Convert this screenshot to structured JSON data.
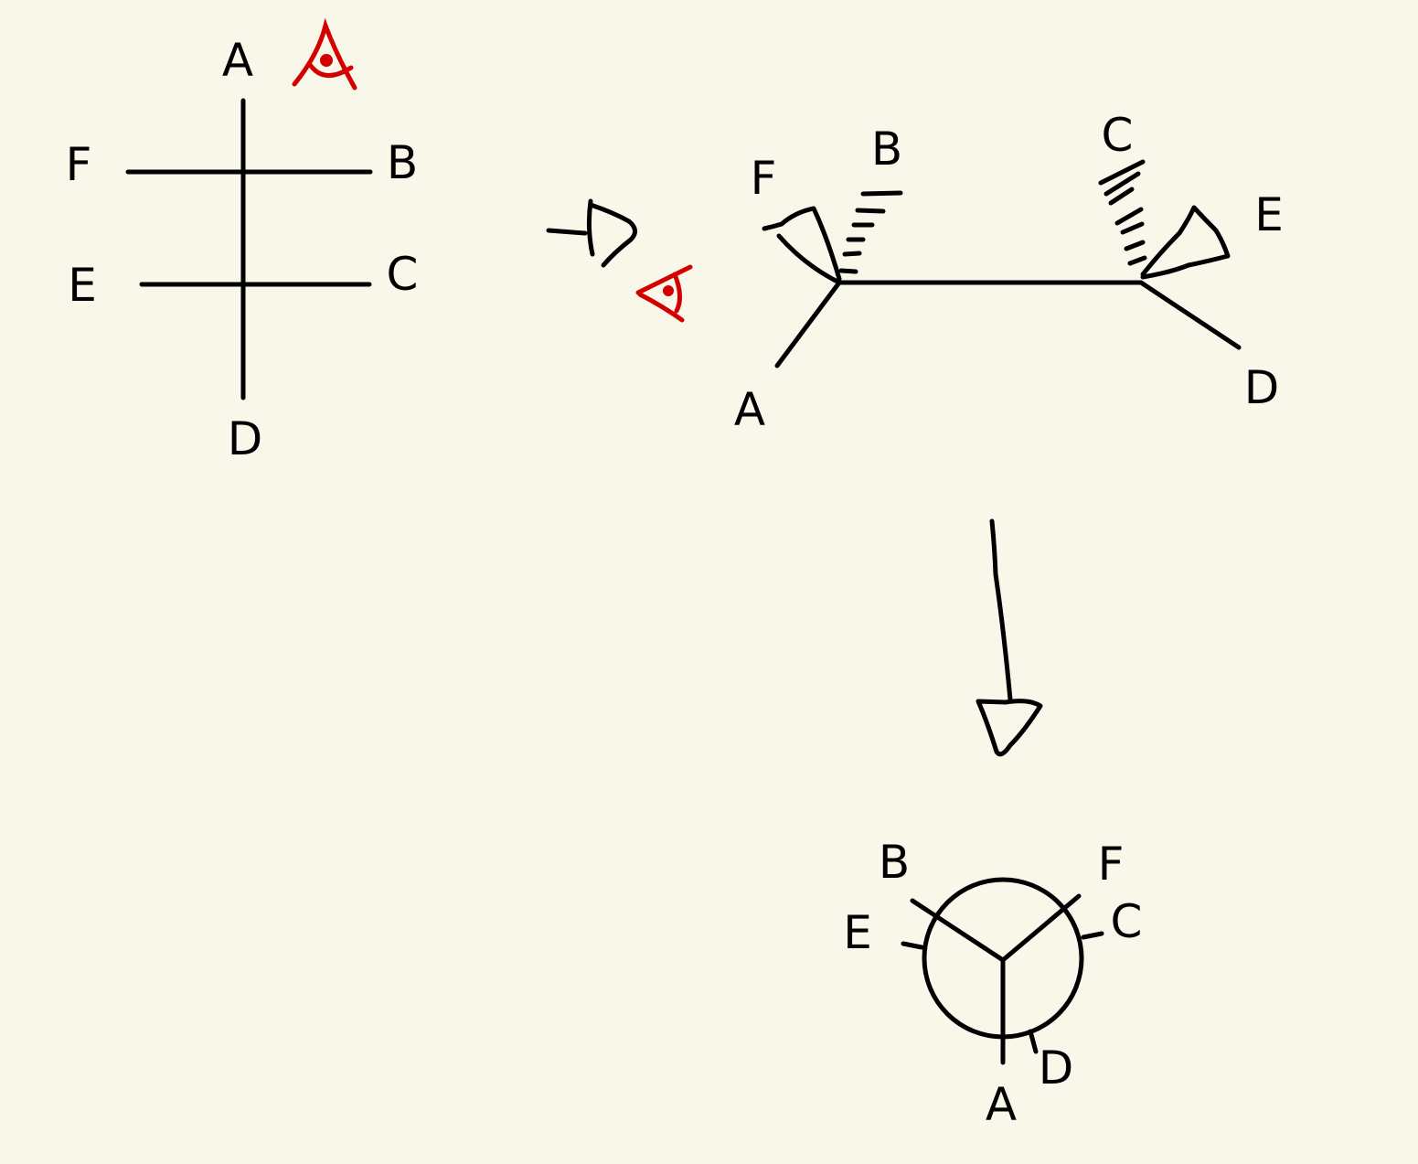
{
  "title": "Fischer projection to sawhorse to Newman projection",
  "colors": {
    "background": "#f9f7ea",
    "ink": "#000000",
    "eye": "#d40000"
  },
  "fischer": {
    "top": "A",
    "upper_left": "F",
    "upper_right": "B",
    "lower_left": "E",
    "lower_right": "C",
    "bottom": "D"
  },
  "sawhorse": {
    "front_wedge": "F",
    "front_hash": "B",
    "front_down": "A",
    "back_hash": "C",
    "back_wedge": "E",
    "back_down": "D"
  },
  "newman": {
    "front_upper_left": "B",
    "front_upper_right": "F",
    "front_bottom": "A",
    "back_left": "E",
    "back_right": "C",
    "back_bottom": "D"
  },
  "icons": [
    "eye-icon",
    "view-arrow-icon",
    "down-arrow-icon"
  ]
}
